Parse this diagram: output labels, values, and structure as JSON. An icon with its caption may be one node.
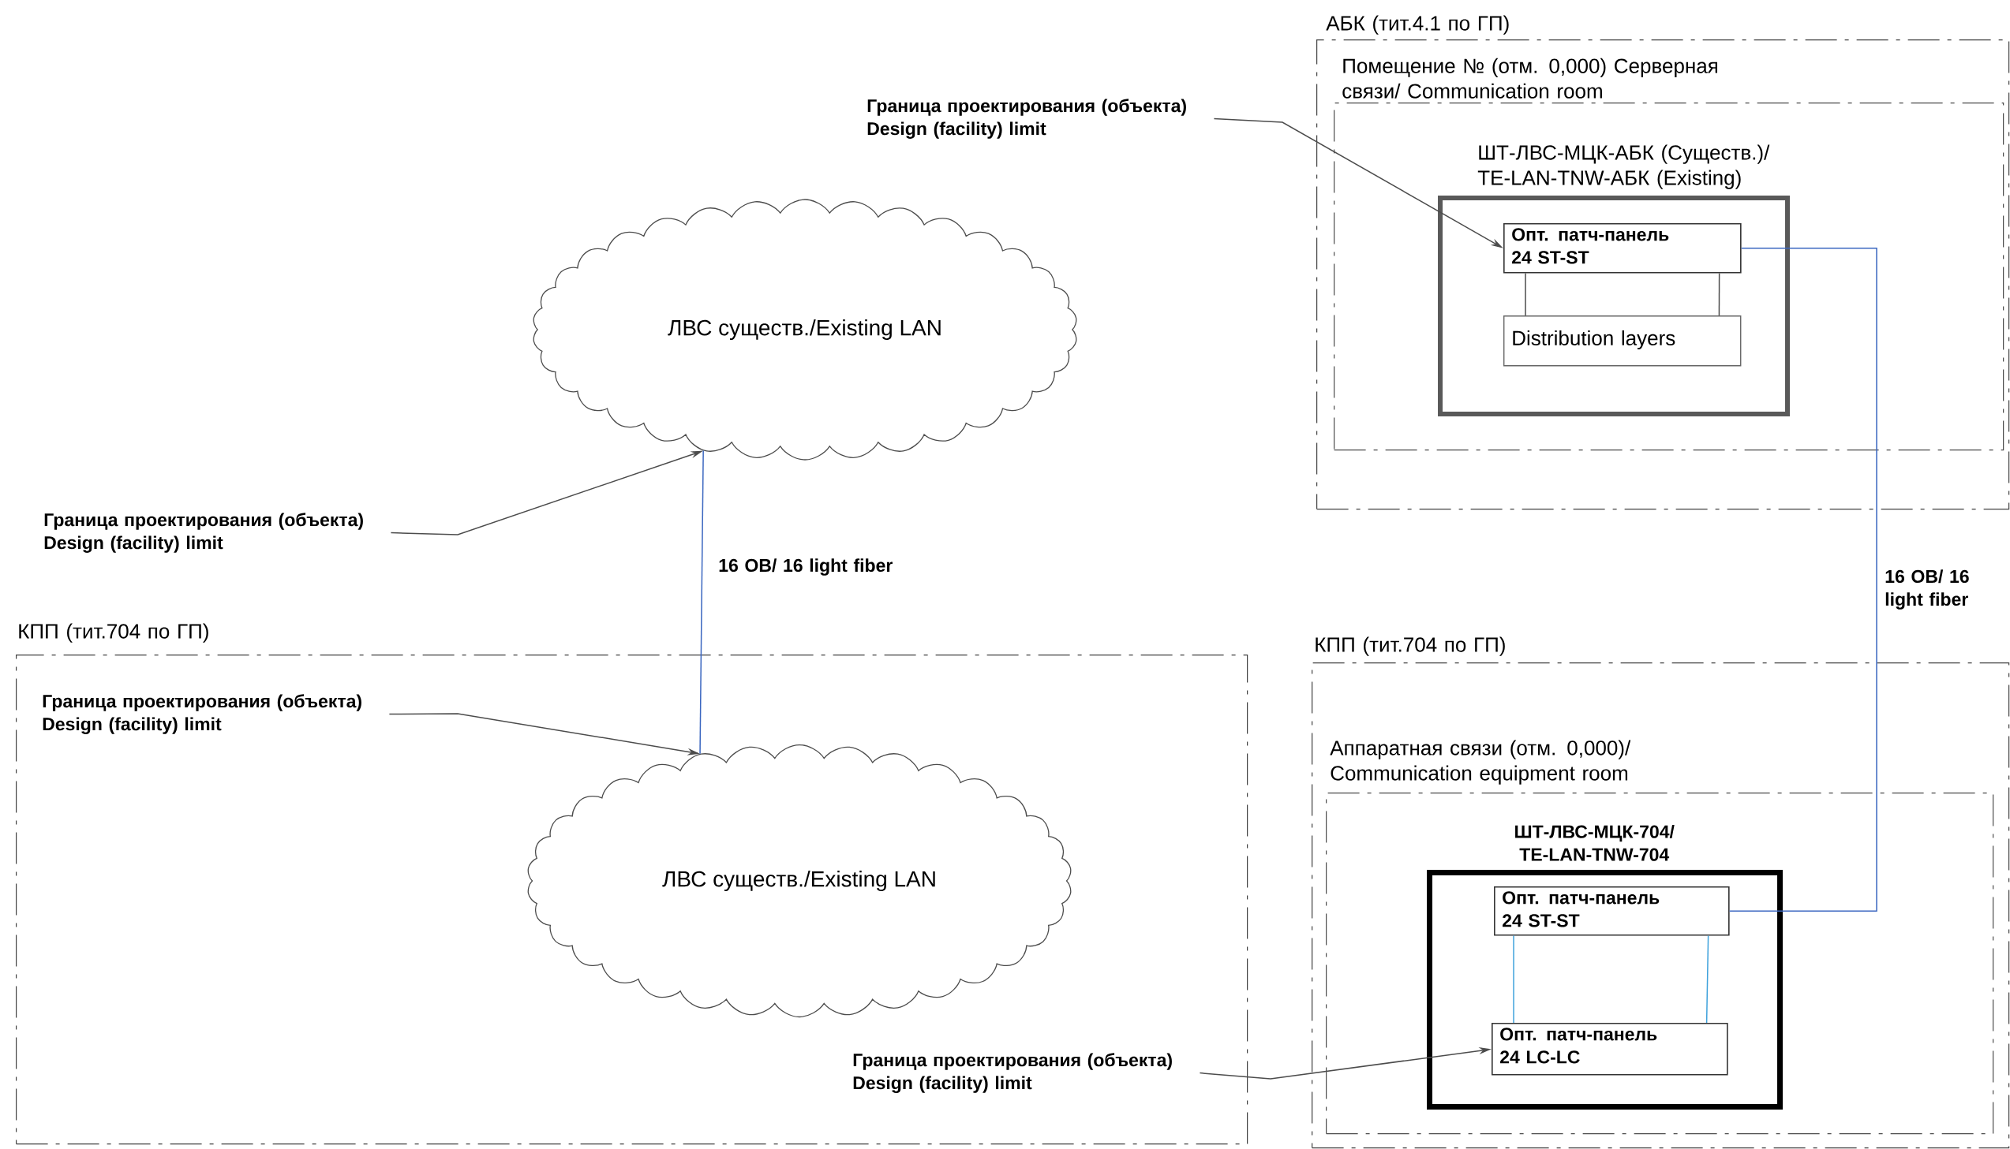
{
  "diagram": {
    "nodes": [
      {
        "text": [
          "АБК (тит.4.1 по ГП)"
        ]
      },
      {
        "text": [
          "Помещение № (отм. 0,000) Серверная связи/ Communication room"
        ],
        "in": 0
      },
      {
        "text": [
          "ШТ-ЛВС-МЦК-АБК (Существ.)/ TE-LAN-TNW-АБК (Existing)"
        ],
        "in": 1
      },
      {
        "text": [
          "Опт. патч-панель 24 ST-ST"
        ],
        "in": 2
      },
      {
        "text": [
          "Distribution layers"
        ],
        "in": 2
      },
      {
        "text": [
          "Граница проектирования (объекта) Design (facility) limit"
        ]
      },
      {
        "text": [
          "ЛВС существ./Existing LAN"
        ]
      },
      {
        "text": [
          "Граница проектирования (объекта) Design (facility) limit"
        ]
      },
      {
        "text": [
          "КПП (тит.704 по ГП)"
        ]
      },
      {
        "text": [
          "Граница проектирования (объекта) Design (facility) limit"
        ],
        "in": 8
      },
      {
        "text": [
          "ЛВС существ./Existing LAN"
        ],
        "in": 8
      },
      {
        "text": [
          "Граница проектирования (объекта) Design (facility) limit"
        ],
        "in": 8
      },
      {
        "text": [
          "КПП (тит.704 по ГП)"
        ]
      },
      {
        "text": [
          "Аппаратная связи (отм. 0,000)/ Communication equipment room"
        ],
        "in": 12
      },
      {
        "text": [
          "ШТ-ЛВС-МЦК-704/ TE-LAN-TNW-704"
        ],
        "in": 13
      },
      {
        "text": [
          "Опт. патч-панель 24 ST-ST"
        ],
        "in": 14
      },
      {
        "text": [
          "Опт. патч-панель 24 LC-LC"
        ],
        "in": 14
      }
    ],
    "edges": [
      {
        "from": 5,
        "to": 3,
        "arrow": "to"
      },
      {
        "from": 3,
        "to": 4,
        "arrow": "none"
      },
      {
        "from": 3,
        "to": 4,
        "arrow": "none"
      },
      {
        "from": 7,
        "to": 6,
        "arrow": "to"
      },
      {
        "from": 6,
        "to": 10,
        "arrow": "none",
        "label": "16 ОВ/ 16 light fiber",
        "color": "#3a66c0"
      },
      {
        "from": 9,
        "to": 10,
        "arrow": "to"
      },
      {
        "from": 3,
        "to": 15,
        "arrow": "none",
        "label": "16 ОВ/ 16 light fiber",
        "color": "#3a66c0"
      },
      {
        "from": 15,
        "to": 16,
        "arrow": "none",
        "color": "#3fa2dc"
      },
      {
        "from": 15,
        "to": 16,
        "arrow": "none",
        "color": "#3fa2dc"
      },
      {
        "from": 11,
        "to": 16,
        "arrow": "to"
      }
    ]
  }
}
